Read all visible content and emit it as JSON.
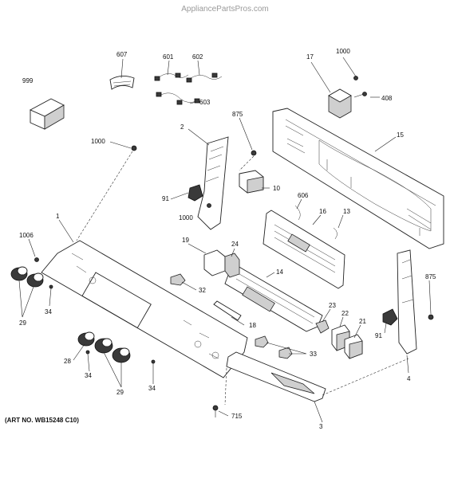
{
  "watermark": "AppliancePartsPros.com",
  "art_number": "(ART NO. WB15248 C10)",
  "callouts": {
    "c999": "999",
    "c607": "607",
    "c601": "601",
    "c602": "602",
    "c603": "603",
    "c17": "17",
    "c1000a": "1000",
    "c408": "408",
    "c875a": "875",
    "c15": "15",
    "c2": "2",
    "c1000b": "1000",
    "c1000c": "1000",
    "c91a": "91",
    "c10": "10",
    "c606": "606",
    "c16": "16",
    "c13": "13",
    "c1": "1",
    "c1006": "1006",
    "c19": "19",
    "c24": "24",
    "c29a": "29",
    "c34a": "34",
    "c32": "32",
    "c14": "14",
    "c18": "18",
    "c23": "23",
    "c22": "22",
    "c21": "21",
    "c91b": "91",
    "c875b": "875",
    "c4": "4",
    "c28": "28",
    "c34b": "34",
    "c29b": "29",
    "c34c": "34",
    "c33": "33",
    "c715": "715",
    "c3": "3"
  }
}
